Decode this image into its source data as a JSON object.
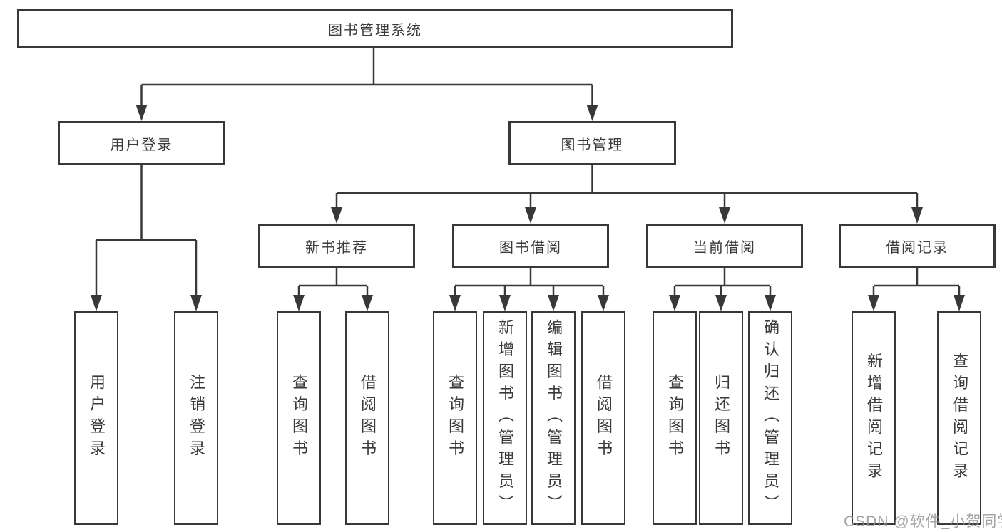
{
  "tree": {
    "label": "图书管理系统",
    "children": [
      {
        "label": "用户登录",
        "children": [
          {
            "label": "用户登录"
          },
          {
            "label": "注销登录"
          }
        ]
      },
      {
        "label": "图书管理",
        "children": [
          {
            "label": "新书推荐",
            "children": [
              {
                "label": "查询图书"
              },
              {
                "label": "借阅图书"
              }
            ]
          },
          {
            "label": "图书借阅",
            "children": [
              {
                "label": "查询图书"
              },
              {
                "label": "新增图书（管理员）"
              },
              {
                "label": "编辑图书（管理员）"
              },
              {
                "label": "借阅图书"
              }
            ]
          },
          {
            "label": "当前借阅",
            "children": [
              {
                "label": "查询图书"
              },
              {
                "label": "归还图书"
              },
              {
                "label": "确认归还（管理员）"
              }
            ]
          },
          {
            "label": "借阅记录",
            "children": [
              {
                "label": "新增借阅记录"
              },
              {
                "label": "查询借阅记录"
              }
            ]
          }
        ]
      }
    ]
  },
  "watermark": {
    "text": "CSDN @软件_小贺同学"
  },
  "colors": {
    "line": "#383838",
    "text": "#3a3a3a",
    "box_background": "#ffffff",
    "watermark": "#949494",
    "background": "#ffffff"
  }
}
